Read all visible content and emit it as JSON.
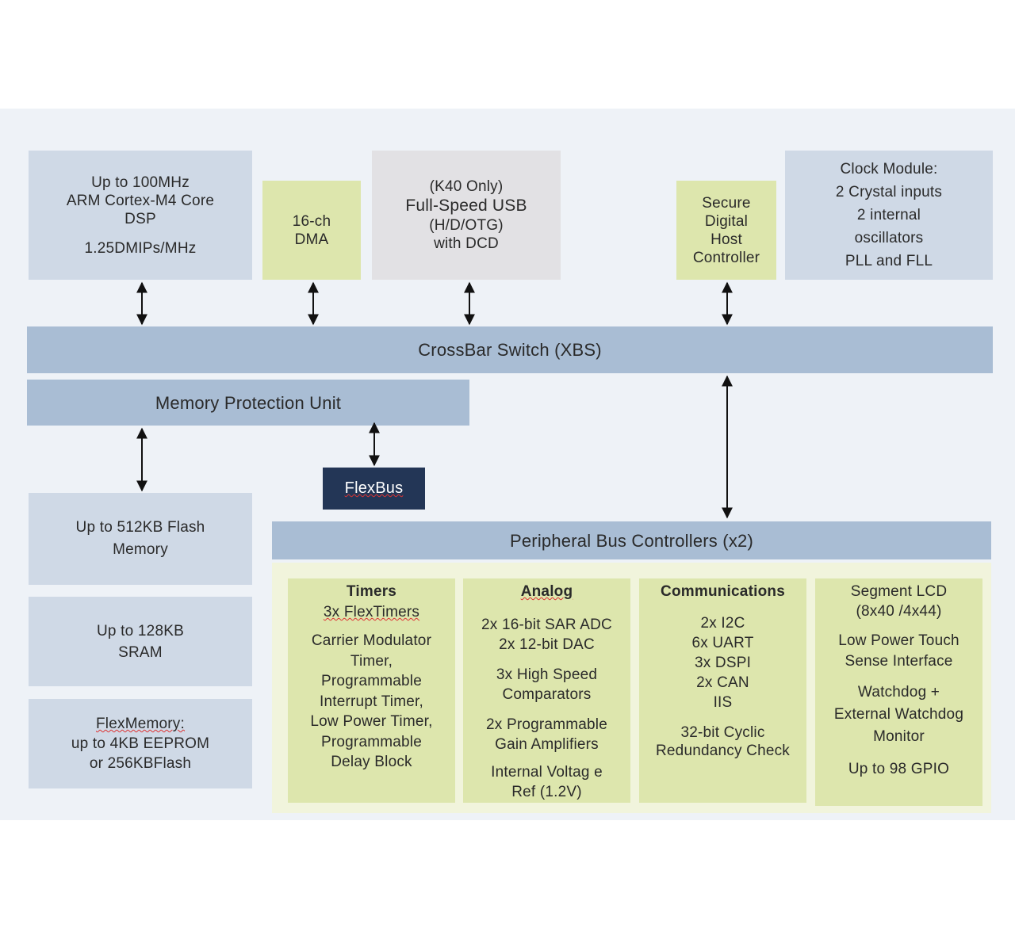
{
  "diagram": {
    "cpu": {
      "lines": [
        "Up to 100MHz",
        "ARM Cortex-M4 Core",
        "DSP",
        "1.25DMIPs/MHz"
      ]
    },
    "dma": {
      "lines": [
        "16-ch",
        "DMA"
      ]
    },
    "usb": {
      "lines": [
        "(K40 Only)",
        "Full-Speed USB",
        "(H/D/OTG)",
        "with DCD"
      ]
    },
    "sdhc": {
      "lines": [
        "Secure",
        "Digital",
        "Host",
        "Controller"
      ]
    },
    "clock": {
      "lines": [
        "Clock Module:",
        "2 Crystal inputs",
        "2 internal",
        "oscillators",
        "PLL and FLL"
      ]
    },
    "crossbar": {
      "label": "CrossBar Switch (XBS)"
    },
    "mpu": {
      "label": "Memory Protection Unit"
    },
    "flexbus": {
      "label": "FlexBus"
    },
    "flash": {
      "lines": [
        "Up to 512KB Flash",
        "Memory"
      ]
    },
    "sram": {
      "lines": [
        "Up to 128KB",
        "SRAM"
      ]
    },
    "flexmemory": {
      "lines": [
        "FlexMemory:",
        "up to 4KB EEPROM",
        "or 256KBFlash"
      ]
    },
    "pbc": {
      "label": "Peripheral Bus Controllers (x2)"
    },
    "timers": {
      "title": "Timers",
      "lines": [
        "3x FlexTimers",
        "Carrier Modulator",
        "Timer,",
        "Programmable",
        "Interrupt Timer,",
        "Low Power Timer,",
        "Programmable",
        "Delay Block"
      ]
    },
    "analog": {
      "title": "Analog",
      "lines": [
        "2x 16-bit SAR ADC",
        "2x 12-bit DAC",
        "3x High Speed",
        "Comparators",
        "2x Programmable",
        "Gain Amplifiers",
        "Internal Voltag e",
        "Ref (1.2V)"
      ]
    },
    "communications": {
      "title": "Communications",
      "lines": [
        "2x I2C",
        "6x UART",
        "3x DSPI",
        "2x CAN",
        "IIS",
        "32-bit Cyclic",
        "Redundancy Check"
      ]
    },
    "misc": {
      "lines": [
        "Segment LCD",
        "(8x40 /4x44)",
        "Low Power Touch",
        "Sense Interface",
        "Watchdog +",
        "External Watchdog",
        "Monitor",
        "Up to 98 GPIO"
      ]
    }
  },
  "colors": {
    "blue_box": "#cfd9e6",
    "yellow_box": "#dde6ad",
    "bus_bar": "#a9bdd4",
    "flexbus": "#233656",
    "usb_box": "#e2e1e4"
  }
}
